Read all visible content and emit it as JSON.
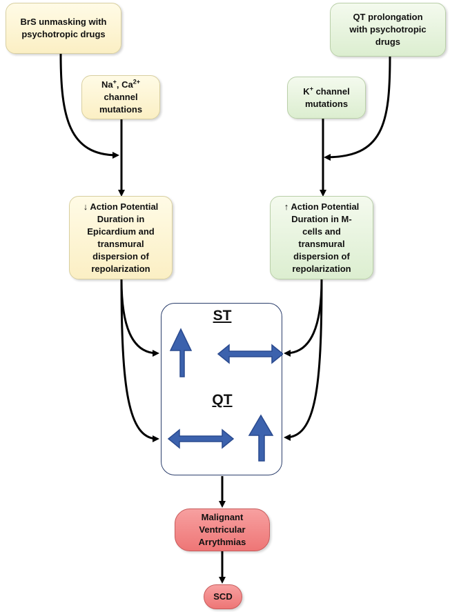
{
  "nodes": {
    "brs_drugs": "BrS unmasking with\npsychotropic drugs",
    "na_ca_main": "Na",
    "na_ca_sup1": "+",
    "na_ca_sep": ", Ca",
    "na_ca_sup2": "2+",
    "na_ca_rest": "channel\nmutations",
    "qt_drugs": "QT prolongation\nwith psychotropic\ndrugs",
    "k_main": "K",
    "k_sup": "+",
    "k_rest": " channel\nmutations",
    "apd_down": "↓ Action Potential\nDuration in\nEpicardium and\ntransmural\ndispersion of\nrepolarization",
    "apd_up": "↑ Action Potential\nDuration in M-\ncells and\ntransmural\ndispersion of\nrepolarization",
    "malignant": "Malignant\nVentricular\nArrythmias",
    "scd": "SCD"
  },
  "panel": {
    "st_label": "ST",
    "qt_label": "QT"
  },
  "colors": {
    "arrow_blue": "#3c62ad",
    "arrow_blue_edge": "#2a4a8f",
    "connector": "#000000"
  },
  "icons": {
    "st_left": "arrow-up-icon",
    "st_right": "double-arrow-horizontal-icon",
    "qt_left": "double-arrow-horizontal-icon",
    "qt_right": "arrow-up-icon"
  }
}
